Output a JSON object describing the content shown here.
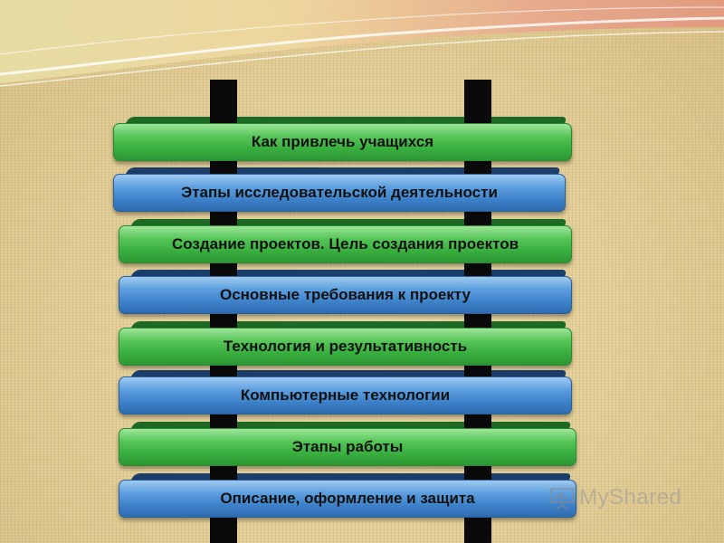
{
  "steps": [
    {
      "label": "Как привлечь учащихся",
      "color": "green"
    },
    {
      "label": "Этапы исследовательской деятельности",
      "color": "blue"
    },
    {
      "label": "Создание проектов. Цель создания проектов",
      "color": "green"
    },
    {
      "label": "Основные требования к проекту",
      "color": "blue"
    },
    {
      "label": "Технология и результативность",
      "color": "green"
    },
    {
      "label": "Компьютерные технологии",
      "color": "blue"
    },
    {
      "label": "Этапы работы",
      "color": "green"
    },
    {
      "label": "Описание, оформление и защита",
      "color": "blue"
    }
  ],
  "watermark": {
    "text": "MyShared",
    "icon": "presentation-board-icon"
  },
  "colors": {
    "green": "#37ad3d",
    "blue": "#3c80c8",
    "pole": "#0a0a0a"
  }
}
